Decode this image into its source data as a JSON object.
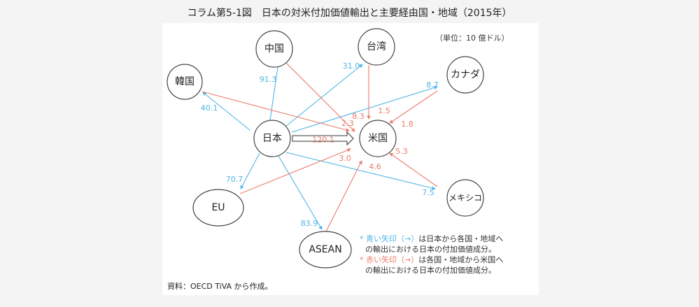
{
  "title": "コラム第5-1図　日本の対米付加価値輸出と主要経由国・地域（2015年）",
  "unit": "（単位：10 億ドル）",
  "colors": {
    "blue": "#4fb6e6",
    "red": "#ec7b6c"
  },
  "nodes": {
    "japan": "日本",
    "usa": "米国",
    "china": "中国",
    "taiwan": "台湾",
    "korea": "韓国",
    "canada": "カナダ",
    "eu": "EU",
    "mexico": "メキシコ",
    "asean": "ASEAN"
  },
  "direct": {
    "from": "日本",
    "to": "米国",
    "value": "120.1"
  },
  "blue_flows": {
    "china": "91.3",
    "taiwan": "31.0",
    "korea": "40.1",
    "canada": "8.7",
    "eu": "70.7",
    "asean": "83.9",
    "mexico": "7.5"
  },
  "red_flows": {
    "china": "8.3",
    "taiwan": "1.5",
    "canada": "1.8",
    "korea": "2.3",
    "eu": "3.0",
    "asean": "4.6",
    "mexico": "5.3"
  },
  "notes": {
    "blue_prefix": "* 青い矢印（→）",
    "blue_rest_1": "は日本から各国・地域へ",
    "blue_rest_2": "の輸出における日本の付加価値成分。",
    "red_prefix": "* 赤い矢印（→）",
    "red_rest_1": "は各国・地域から米国へ",
    "red_rest_2": "の輸出における日本の付加価値成分。"
  },
  "source": "資料：OECD TiVA から作成。"
}
